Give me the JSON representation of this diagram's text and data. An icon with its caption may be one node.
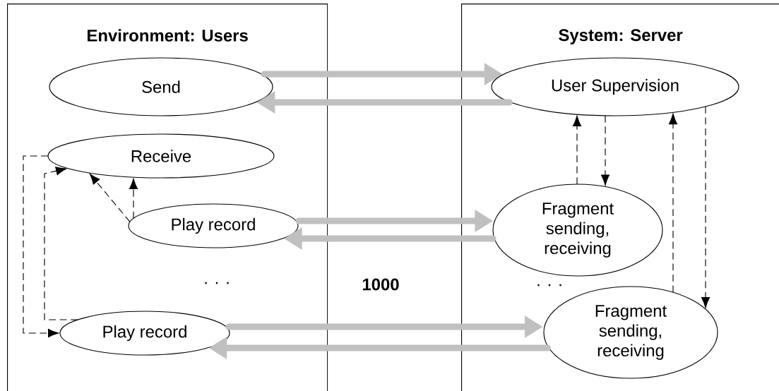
{
  "diagram": {
    "nodes": [
      {
        "text": [
          "Environment: Users"
        ]
      },
      {
        "text": [
          "Send"
        ],
        "in": 0
      },
      {
        "text": [
          "Receive"
        ],
        "in": 0
      },
      {
        "text": [
          "Play record"
        ],
        "in": 0
      },
      {
        "text": [
          "Play record"
        ],
        "in": 0
      },
      {
        "text": [
          "System: Server"
        ]
      },
      {
        "text": [
          "User Supervision"
        ],
        "in": 5
      },
      {
        "text": [
          "Fragment sending, receiving"
        ],
        "in": 5
      },
      {
        "text": [
          "Fragment sending, receiving"
        ],
        "in": 5
      }
    ],
    "edges": [
      {
        "from": 1,
        "to": 6,
        "arrow": "to",
        "style": "thick",
        "color": "#c0c0c0"
      },
      {
        "from": 6,
        "to": 1,
        "arrow": "to",
        "style": "thick",
        "color": "#c0c0c0"
      },
      {
        "from": 3,
        "to": 7,
        "arrow": "to",
        "style": "thick",
        "color": "#c0c0c0"
      },
      {
        "from": 7,
        "to": 3,
        "arrow": "to",
        "style": "thick",
        "color": "#c0c0c0"
      },
      {
        "from": 4,
        "to": 8,
        "arrow": "to",
        "style": "thick",
        "color": "#c0c0c0"
      },
      {
        "from": 8,
        "to": 4,
        "arrow": "to",
        "style": "thick",
        "color": "#c0c0c0"
      },
      {
        "from": 3,
        "to": 2,
        "arrow": "to",
        "style": "dashed",
        "color": "#000000"
      },
      {
        "from": 3,
        "to": 2,
        "arrow": "to",
        "style": "dashed",
        "color": "#000000"
      },
      {
        "from": 2,
        "to": 4,
        "arrow": "to",
        "style": "dashed",
        "color": "#000000"
      },
      {
        "from": 4,
        "to": 2,
        "arrow": "to",
        "style": "dashed",
        "color": "#000000"
      },
      {
        "from": 7,
        "to": 6,
        "arrow": "to",
        "style": "dashed",
        "color": "#000000"
      },
      {
        "from": 6,
        "to": 7,
        "arrow": "to",
        "style": "dashed",
        "color": "#000000"
      },
      {
        "from": 8,
        "to": 6,
        "arrow": "to",
        "style": "dashed",
        "color": "#000000"
      },
      {
        "from": 6,
        "to": 8,
        "arrow": "to",
        "style": "dashed",
        "color": "#000000"
      }
    ],
    "labels": [
      ". . .",
      "1000",
      ". . ."
    ]
  }
}
